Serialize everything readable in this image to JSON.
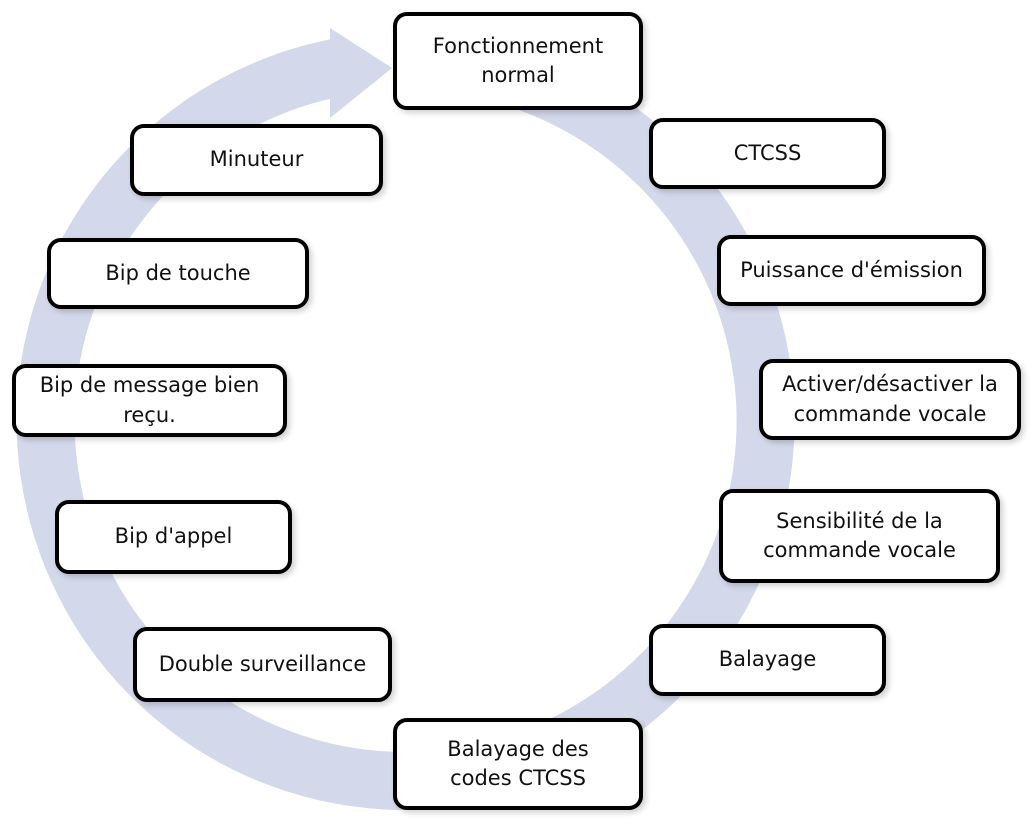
{
  "diagram": {
    "accent_color": "#d3d8ea",
    "nodes": {
      "normal": "Fonctionnement\nnormal",
      "ctcss": "CTCSS",
      "puissance": "Puissance d'émission",
      "activer": "Activer/désactiver la\ncommande vocale",
      "sensibilite": "Sensibilité de la\ncommande vocale",
      "balayage": "Balayage",
      "codes": "Balayage des\ncodes CTCSS",
      "double": "Double surveillance",
      "bip_appel": "Bip d'appel",
      "bip_message": "Bip de message bien\nreçu.",
      "bip_touche": "Bip de touche",
      "minuteur": "Minuteur"
    }
  }
}
